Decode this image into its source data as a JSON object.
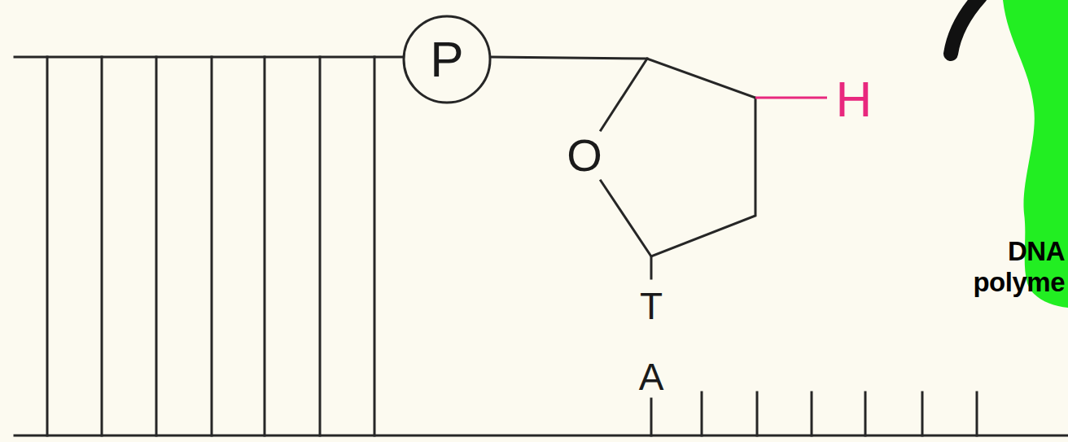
{
  "diagram": {
    "nodes": [
      {
        "text": [
          "P"
        ]
      },
      {
        "text": [
          "DNA polyme"
        ]
      }
    ],
    "labels": [
      "O",
      "H",
      "T",
      "A"
    ]
  }
}
